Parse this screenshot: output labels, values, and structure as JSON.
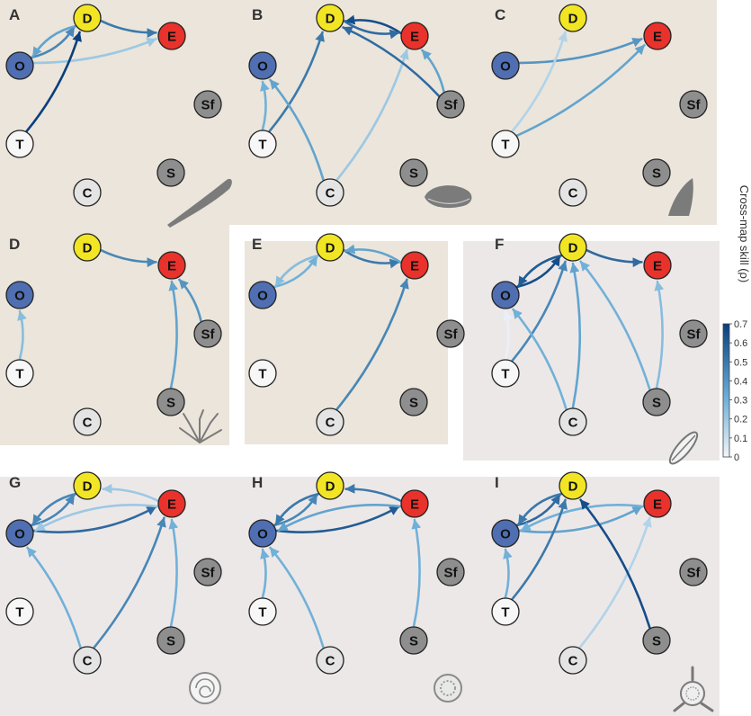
{
  "colorbar": {
    "title": "Cross-map skill (ρ)",
    "ticks": [
      "0",
      "0.1",
      "0.2",
      "0.3",
      "0.4",
      "0.5",
      "0.6",
      "0.7"
    ],
    "color_low": "#f2f5fa",
    "color_high": "#083f7d"
  },
  "node_labels": {
    "D": "D",
    "E": "E",
    "O": "O",
    "Sf": "Sf",
    "T": "T",
    "S": "S",
    "C": "C"
  },
  "node_colors": {
    "D": "#f2e624",
    "E": "#e8322b",
    "O": "#4f6fb2",
    "Sf": "#8e8e8e",
    "S": "#8e8e8e",
    "T": "#f7f7f7",
    "C": "#e4e4e4"
  },
  "panel_backgrounds": {
    "warm": "#ebe5db",
    "cool": "#ede8e8"
  },
  "panels": [
    {
      "letter": "A",
      "edges": [
        {
          "from": "O",
          "to": "D",
          "rho": 0.45
        },
        {
          "from": "D",
          "to": "O",
          "rho": 0.35
        },
        {
          "from": "D",
          "to": "E",
          "rho": 0.5
        },
        {
          "from": "O",
          "to": "E",
          "rho": 0.2
        },
        {
          "from": "T",
          "to": "D",
          "rho": 0.7
        }
      ]
    },
    {
      "letter": "B",
      "edges": [
        {
          "from": "E",
          "to": "D",
          "rho": 0.65
        },
        {
          "from": "D",
          "to": "E",
          "rho": 0.55
        },
        {
          "from": "T",
          "to": "O",
          "rho": 0.3
        },
        {
          "from": "T",
          "to": "D",
          "rho": 0.5
        },
        {
          "from": "C",
          "to": "O",
          "rho": 0.35
        },
        {
          "from": "C",
          "to": "E",
          "rho": 0.2
        },
        {
          "from": "Sf",
          "to": "D",
          "rho": 0.55
        },
        {
          "from": "Sf",
          "to": "E",
          "rho": 0.35
        }
      ]
    },
    {
      "letter": "C",
      "edges": [
        {
          "from": "O",
          "to": "E",
          "rho": 0.4
        },
        {
          "from": "T",
          "to": "D",
          "rho": 0.15
        },
        {
          "from": "T",
          "to": "E",
          "rho": 0.35
        }
      ]
    },
    {
      "letter": "D",
      "edges": [
        {
          "from": "D",
          "to": "E",
          "rho": 0.45
        },
        {
          "from": "T",
          "to": "O",
          "rho": 0.25
        },
        {
          "from": "S",
          "to": "E",
          "rho": 0.35
        },
        {
          "from": "Sf",
          "to": "E",
          "rho": 0.4
        }
      ]
    },
    {
      "letter": "E",
      "edges": [
        {
          "from": "O",
          "to": "D",
          "rho": 0.3
        },
        {
          "from": "D",
          "to": "O",
          "rho": 0.25
        },
        {
          "from": "D",
          "to": "E",
          "rho": 0.5
        },
        {
          "from": "E",
          "to": "D",
          "rho": 0.35
        },
        {
          "from": "C",
          "to": "E",
          "rho": 0.45
        }
      ]
    },
    {
      "letter": "F",
      "edges": [
        {
          "from": "O",
          "to": "D",
          "rho": 0.65
        },
        {
          "from": "D",
          "to": "O",
          "rho": 0.6
        },
        {
          "from": "D",
          "to": "E",
          "rho": 0.55
        },
        {
          "from": "T",
          "to": "D",
          "rho": 0.45
        },
        {
          "from": "T",
          "to": "O",
          "rho": 0.02
        },
        {
          "from": "C",
          "to": "O",
          "rho": 0.3
        },
        {
          "from": "C",
          "to": "D",
          "rho": 0.35
        },
        {
          "from": "S",
          "to": "D",
          "rho": 0.3
        },
        {
          "from": "S",
          "to": "E",
          "rho": 0.25
        }
      ]
    },
    {
      "letter": "G",
      "edges": [
        {
          "from": "O",
          "to": "D",
          "rho": 0.45
        },
        {
          "from": "D",
          "to": "O",
          "rho": 0.45
        },
        {
          "from": "E",
          "to": "D",
          "rho": 0.2
        },
        {
          "from": "O",
          "to": "E",
          "rho": 0.55
        },
        {
          "from": "E",
          "to": "O",
          "rho": 0.2
        },
        {
          "from": "C",
          "to": "O",
          "rho": 0.3
        },
        {
          "from": "C",
          "to": "E",
          "rho": 0.45
        },
        {
          "from": "S",
          "to": "E",
          "rho": 0.3
        }
      ]
    },
    {
      "letter": "H",
      "edges": [
        {
          "from": "O",
          "to": "D",
          "rho": 0.45
        },
        {
          "from": "D",
          "to": "O",
          "rho": 0.5
        },
        {
          "from": "E",
          "to": "D",
          "rho": 0.5
        },
        {
          "from": "O",
          "to": "E",
          "rho": 0.6
        },
        {
          "from": "E",
          "to": "O",
          "rho": 0.35
        },
        {
          "from": "T",
          "to": "O",
          "rho": 0.3
        },
        {
          "from": "C",
          "to": "O",
          "rho": 0.3
        },
        {
          "from": "S",
          "to": "E",
          "rho": 0.3
        }
      ]
    },
    {
      "letter": "I",
      "edges": [
        {
          "from": "O",
          "to": "D",
          "rho": 0.55
        },
        {
          "from": "D",
          "to": "O",
          "rho": 0.5
        },
        {
          "from": "O",
          "to": "E",
          "rho": 0.35
        },
        {
          "from": "E",
          "to": "O",
          "rho": 0.3
        },
        {
          "from": "T",
          "to": "O",
          "rho": 0.3
        },
        {
          "from": "T",
          "to": "D",
          "rho": 0.5
        },
        {
          "from": "C",
          "to": "E",
          "rho": 0.15
        },
        {
          "from": "S",
          "to": "D",
          "rho": 0.65
        }
      ]
    }
  ]
}
